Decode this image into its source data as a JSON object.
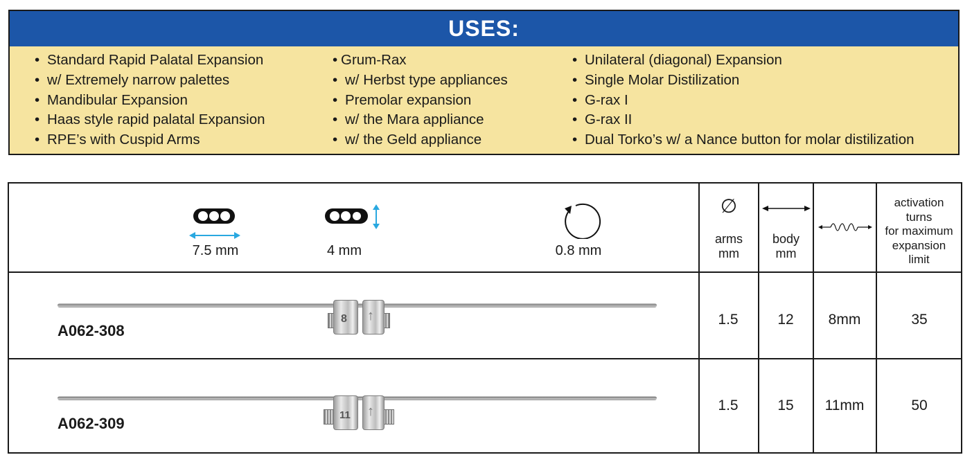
{
  "uses": {
    "title": "USES:",
    "columns": [
      [
        "Standard Rapid Palatal Expansion",
        "w/ Extremely narrow palettes",
        "Mandibular Expansion",
        "Haas style rapid palatal Expansion",
        "RPE’s with Cuspid Arms"
      ],
      [
        "Grum-Rax",
        "w/ Herbst type appliances",
        "Premolar expansion",
        "w/ the Mara appliance",
        "w/ the Geld appliance"
      ],
      [
        "Unilateral (diagonal) Expansion",
        "Single Molar Distilization",
        "G-rax I",
        "G-rax II",
        "Dual Torko’s w/ a Nance button for molar distilization"
      ]
    ],
    "bullet": "•"
  },
  "spec": {
    "dims": {
      "width_label": "7.5 mm",
      "height_label": "4 mm",
      "wire_label": "0.8 mm"
    },
    "headers": {
      "arms_symbol": "∅",
      "arms": "arms\nmm",
      "body": "body\nmm",
      "activation": "activation\nturns\nfor maximum\nexpansion\nlimit"
    },
    "rows": [
      {
        "code": "A062-308",
        "arms": "1.5",
        "body": "12",
        "spring": "8mm",
        "turns": "35",
        "stamp": "8"
      },
      {
        "code": "A062-309",
        "arms": "1.5",
        "body": "15",
        "spring": "11mm",
        "turns": "50",
        "stamp": "11"
      }
    ],
    "colors": {
      "accent_blue": "#29a8e0",
      "header_blue": "#1c56a8",
      "uses_bg": "#f6e4a0"
    }
  }
}
